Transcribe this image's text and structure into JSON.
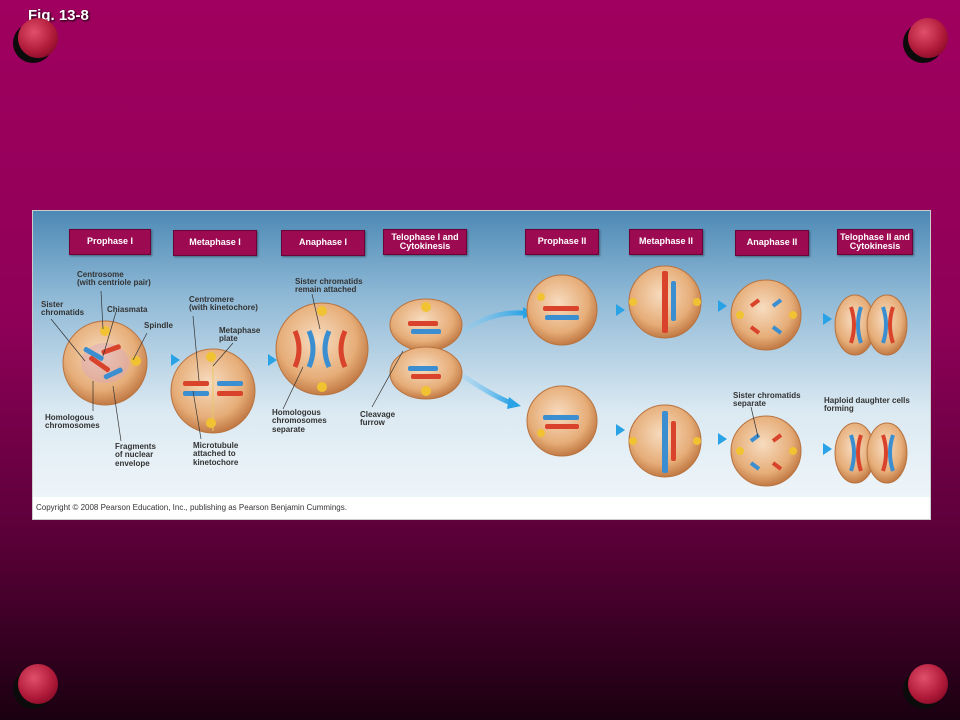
{
  "slide": {
    "figure_label": "Fig. 13-8"
  },
  "phases": [
    {
      "key": "prophase1",
      "label": "Prophase I"
    },
    {
      "key": "metaphase1",
      "label": "Metaphase I"
    },
    {
      "key": "anaphase1",
      "label": "Anaphase I"
    },
    {
      "key": "telophase1",
      "label": "Telophase I and\nCytokinesis"
    },
    {
      "key": "prophase2",
      "label": "Prophase II"
    },
    {
      "key": "metaphase2",
      "label": "Metaphase II"
    },
    {
      "key": "anaphase2",
      "label": "Anaphase II"
    },
    {
      "key": "telophase2",
      "label": "Telophase II and\nCytokinesis"
    }
  ],
  "labels": {
    "centrosome": "Centrosome\n(with centriole pair)",
    "sister_chromatids": "Sister\nchromatids",
    "chiasmata": "Chiasmata",
    "spindle": "Spindle",
    "homologous_chromosomes": "Homologous\nchromosomes",
    "fragments_nuclear_envelope": "Fragments\nof nuclear\nenvelope",
    "centromere": "Centromere\n(with kinetochore)",
    "metaphase_plate": "Metaphase\nplate",
    "microtubule": "Microtubule\nattached to\nkinetochore",
    "sister_chromatids_attached": "Sister chromatids\nremain attached",
    "homologous_separate": "Homologous\nchromosomes\nseparate",
    "cleavage_furrow": "Cleavage\nfurrow",
    "sister_chromatids_separate": "Sister chromatids\nseparate",
    "haploid_forming": "Haploid daughter cells\nforming"
  },
  "copyright": "Copyright © 2008 Pearson Education, Inc., publishing as Pearson Benjamin Cummings.",
  "colors": {
    "background": "#9a005c",
    "tab": "#9c0a52",
    "maternal": "#d9432b",
    "paternal": "#3b8fd0",
    "cell": "#e8b07a"
  }
}
